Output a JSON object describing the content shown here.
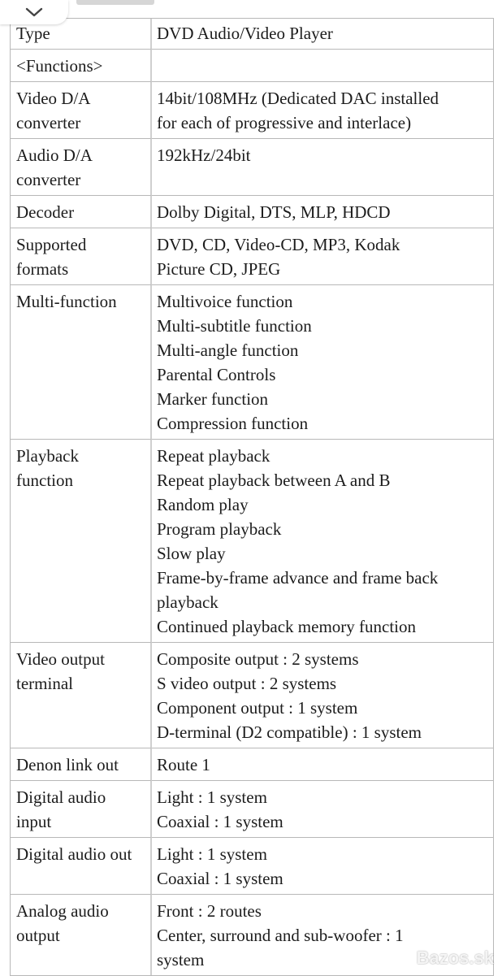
{
  "specs": [
    {
      "label": [
        "Type"
      ],
      "value": [
        "DVD Audio/Video Player"
      ]
    },
    {
      "label": [
        "<Functions>"
      ],
      "value": []
    },
    {
      "label": [
        "Video D/A",
        "converter"
      ],
      "value": [
        "14bit/108MHz (Dedicated DAC installed",
        "for each of progressive and interlace)"
      ]
    },
    {
      "label": [
        "Audio D/A",
        "converter"
      ],
      "value": [
        "192kHz/24bit"
      ]
    },
    {
      "label": [
        "Decoder"
      ],
      "value": [
        "Dolby Digital, DTS, MLP, HDCD"
      ]
    },
    {
      "label": [
        "Supported",
        "formats"
      ],
      "value": [
        "DVD, CD, Video-CD, MP3, Kodak",
        "Picture CD, JPEG"
      ]
    },
    {
      "label": [
        "Multi-function"
      ],
      "value": [
        "Multivoice function",
        "Multi-subtitle function",
        "Multi-angle function",
        "Parental Controls",
        "Marker function",
        "Compression function"
      ]
    },
    {
      "label": [
        "Playback",
        "function"
      ],
      "value": [
        "Repeat playback",
        "Repeat playback between A and B",
        "Random play",
        "Program playback",
        "Slow play",
        "Frame-by-frame advance and frame back",
        "playback",
        "Continued playback memory function"
      ]
    },
    {
      "label": [
        "Video output",
        "terminal"
      ],
      "value": [
        "Composite output : 2 systems",
        "S video output : 2 systems",
        "Component output : 1 system",
        "D-terminal (D2 compatible) : 1 system"
      ]
    },
    {
      "label": [
        "Denon link out"
      ],
      "value": [
        "Route 1"
      ]
    },
    {
      "label": [
        "Digital audio",
        "input"
      ],
      "value": [
        "Light : 1 system",
        "Coaxial : 1 system"
      ]
    },
    {
      "label": [
        "Digital audio out"
      ],
      "value": [
        "Light : 1 system",
        "Coaxial : 1 system"
      ]
    },
    {
      "label": [
        "Analog audio",
        "output"
      ],
      "value": [
        "Front : 2 routes",
        "Center, surround and sub-woofer : 1",
        "system"
      ]
    }
  ],
  "watermark": {
    "text": "Bazos.sk",
    "icon": "bazos-at-logo-icon"
  },
  "collapse_tab": {
    "icon": "chevron-down-icon"
  }
}
